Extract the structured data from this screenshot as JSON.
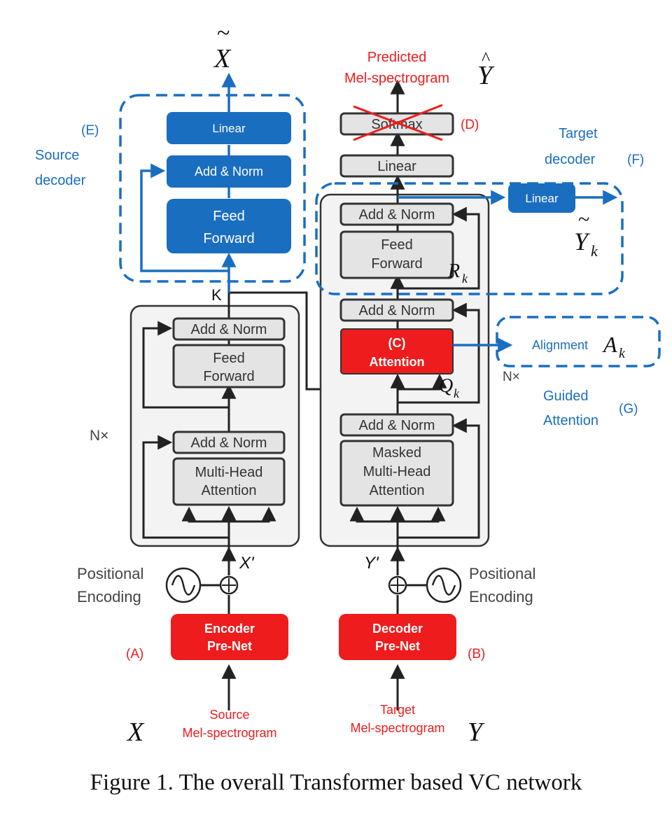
{
  "caption": "Figure 1. The overall Transformer based VC network",
  "colors": {
    "blue": "#1a6ec0",
    "red": "#ee1c1c",
    "gray_box": "#e4e4e4",
    "panel": "#f3f3f3",
    "dark": "#333333"
  },
  "labels": {
    "A": "(A)",
    "B": "(B)",
    "C": "(C)",
    "D": "(D)",
    "E": "(E)",
    "F": "(F)",
    "G": "(G)"
  },
  "source_decoder": {
    "title_line1": "Source",
    "title_line2": "decoder",
    "linear": "Linear",
    "add_norm": "Add & Norm",
    "ff_line1": "Feed",
    "ff_line2": "Forward",
    "output": "X",
    "output_accent": "~"
  },
  "target_decoder": {
    "title_line1": "Target",
    "title_line2": "decoder",
    "linear": "Linear",
    "output": "Y",
    "output_sub": "k",
    "output_accent": "~"
  },
  "guided_attention": {
    "alignment": "Alignment",
    "symbol": "A",
    "symbol_sub": "k",
    "title_line1": "Guided",
    "title_line2": "Attention"
  },
  "encoder": {
    "nx": "N×",
    "add_norm_top": "Add & Norm",
    "ff_line1": "Feed",
    "ff_line2": "Forward",
    "add_norm_bottom": "Add & Norm",
    "mha_line1": "Multi-Head",
    "mha_line2": "Attention",
    "k_label": "K",
    "input_label": "X'",
    "pos_enc_line1": "Positional",
    "pos_enc_line2": "Encoding",
    "prenet_line1": "Encoder",
    "prenet_line2": "Pre-Net",
    "source_line1": "Source",
    "source_line2": "Mel-spectrogram",
    "x_symbol": "X"
  },
  "decoder": {
    "nx": "N×",
    "predicted_line1": "Predicted",
    "predicted_line2": "Mel-spectrogram",
    "y_hat": "Y",
    "y_hat_accent": "^",
    "softmax": "Softmax",
    "linear": "Linear",
    "add_norm_ff": "Add & Norm",
    "ff_line1": "Feed",
    "ff_line2": "Forward",
    "r_symbol": "R",
    "r_sub": "k",
    "add_norm_attn": "Add & Norm",
    "attn_line1": "(C)",
    "attn_line2": "Attention",
    "q_symbol": "Q",
    "q_sub": "k",
    "add_norm_masked": "Add & Norm",
    "masked_line1": "Masked",
    "masked_line2": "Multi-Head",
    "masked_line3": "Attention",
    "input_label": "Y'",
    "pos_enc_line1": "Positional",
    "pos_enc_line2": "Encoding",
    "prenet_line1": "Decoder",
    "prenet_line2": "Pre-Net",
    "target_line1": "Target",
    "target_line2": "Mel-spectrogram",
    "y_symbol": "Y"
  }
}
